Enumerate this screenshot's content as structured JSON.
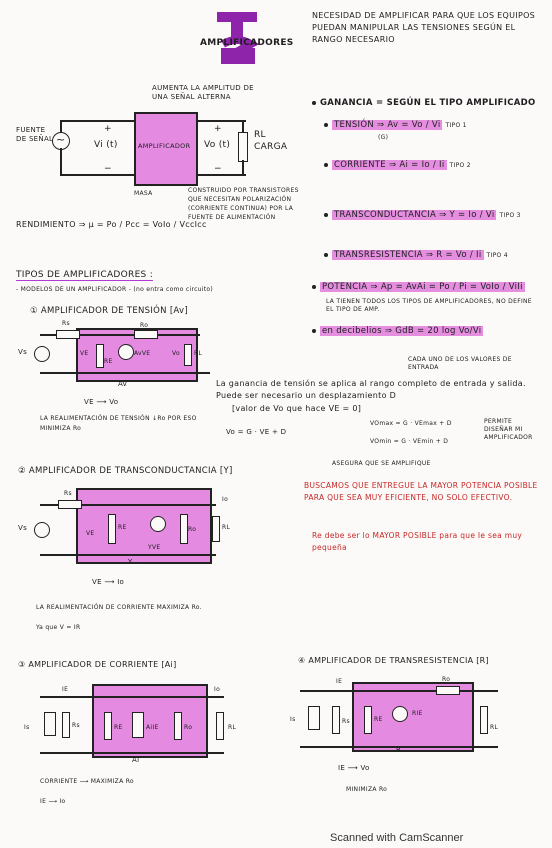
{
  "header": {
    "title_big": "T2",
    "title_sub": "AMPLIFICADORES",
    "intro": "NECESIDAD DE AMPLIFICAR PARA QUE LOS EQUIPOS PUEDAN MANIPULAR LAS TENSIONES SEGÚN EL RANGO NECESARIO"
  },
  "diagram1": {
    "note_top": "AUMENTA LA AMPLITUD DE UNA SEÑAL ALTERNA",
    "source_label": "FUENTE DE SEÑAL",
    "vi_label": "Vi (t)",
    "amp_label": "AMPLIFICADOR",
    "vo_label": "Vo (t)",
    "rl_label": "RL",
    "carga_label": "CARGA",
    "masa_label": "MASA",
    "note_bottom": "CONSTRUIDO POR TRANSISTORES QUE NECESITAN POLARIZACIÓN (CORRIENTE CONTINUA) POR LA FUENTE DE ALIMENTACIÓN",
    "rendimiento": "RENDIMIENTO ⇒ μ = Po / Pcc = VoIo / VccIcc"
  },
  "gains": {
    "ganancia": "GANANCIA = SEGÚN EL TIPO AMPLIFICADO",
    "tension": "TENSIÓN ⇒ Av = Vo / Vi",
    "tension_unit": "(G)",
    "tension_tipo": "TIPO 1",
    "corriente": "CORRIENTE ⇒ Ai = Io / Ii",
    "corriente_tipo": "TIPO 2",
    "transconductancia": "TRANSCONDUCTANCIA ⇒ Y = Io / Vi",
    "transconductancia_tipo": "TIPO 3",
    "transresistencia": "TRANSRESISTENCIA ⇒ R = Vo / Ii",
    "transresistencia_tipo": "TIPO 4",
    "potencia": "POTENCIA ⇒ Ap = AvAi = Po / Pi = VoIo / ViIi",
    "potencia_note": "LA TIENEN TODOS LOS TIPOS DE AMPLIFICADORES, NO DEFINE EL TIPO DE AMP.",
    "decibelios": "en decibelios ⇒ GdB = 20 log Vo/Vi"
  },
  "tipos": {
    "heading": "TIPOS DE AMPLIFICADORES :",
    "subheading": "- MODELOS DE UN AMPLIFICADOR - (no entra como circuito)"
  },
  "amp1": {
    "title": "① AMPLIFICADOR DE TENSIÓN [Av]",
    "rs": "Rs",
    "vs": "Vs",
    "ve": "VE",
    "re": "RE",
    "avve": "AvVE",
    "ro": "Ro",
    "vo": "Vo",
    "rl": "RL",
    "av": "Av",
    "arrow": "VE ⟶ Vo",
    "note": "LA REALIMENTACIÓN DE TENSIÓN ↓Ro POR ESO MINIMIZA Ro"
  },
  "range": {
    "line1": "CADA UNO DE LOS VALORES DE ENTRADA",
    "text": "La ganancia de tensión se aplica al rango completo de entrada y salida. Puede ser necesario un desplazamiento D",
    "bracket": "[valor de Vo que hace VE = 0]",
    "formula": "Vo = G · VE + D",
    "vomax": "VOmax = G · VEmax + D",
    "vomin": "VOmin = G · VEmin + D",
    "d_note": "PERMITE DISEÑAR MI AMPLIFICADOR",
    "asegura": "ASEGURA QUE SE AMPLIFIQUE"
  },
  "amp2": {
    "title": "② AMPLIFICADOR DE TRANSCONDUCTANCIA [Y]",
    "rs": "Rs",
    "vs": "Vs",
    "ve": "VE",
    "re": "RE",
    "yve": "YVE",
    "ro": "Ro",
    "io": "Io",
    "rl": "RL",
    "y": "Y",
    "arrow": "VE ⟶ Io",
    "note": "LA REALIMENTACIÓN DE CORRIENTE MAXIMIZA Ro.",
    "note2": "Ya que V = IR"
  },
  "potencia_note": {
    "p1": "BUSCAMOS QUE ENTREGUE LA MAYOR POTENCIA POSIBLE PARA QUE SEA MUY EFICIENTE, NO SOLO EFECTIVO.",
    "p2": "Re debe ser lo MAYOR POSIBLE para que Ie sea muy pequeña"
  },
  "amp3": {
    "title": "③ AMPLIFICADOR DE CORRIENTE [Ai]",
    "ie": "IE",
    "is": "Is",
    "rs": "Rs",
    "re": "RE",
    "aiie": "AiIE",
    "ro": "Ro",
    "io": "Io",
    "rl": "RL",
    "ai": "Ai",
    "arrow1": "CORRIENTE ⟶ MAXIMIZA Ro",
    "arrow2": "IE ⟶ Io"
  },
  "amp4": {
    "title": "④ AMPLIFICADOR DE TRANSRESISTENCIA [R]",
    "ie": "IE",
    "is": "Is",
    "rs": "Rs",
    "re": "RE",
    "rie": "RIE",
    "ro": "Ro",
    "rl": "RL",
    "r": "R",
    "arrow": "IE ⟶ Vo",
    "note": "MINIMIZA Ro"
  },
  "watermark": "Scanned with CamScanner",
  "colors": {
    "highlight": "#e48ae0",
    "ink": "#1d1d1f",
    "red": "#c62828",
    "purple": "#8e24aa"
  }
}
